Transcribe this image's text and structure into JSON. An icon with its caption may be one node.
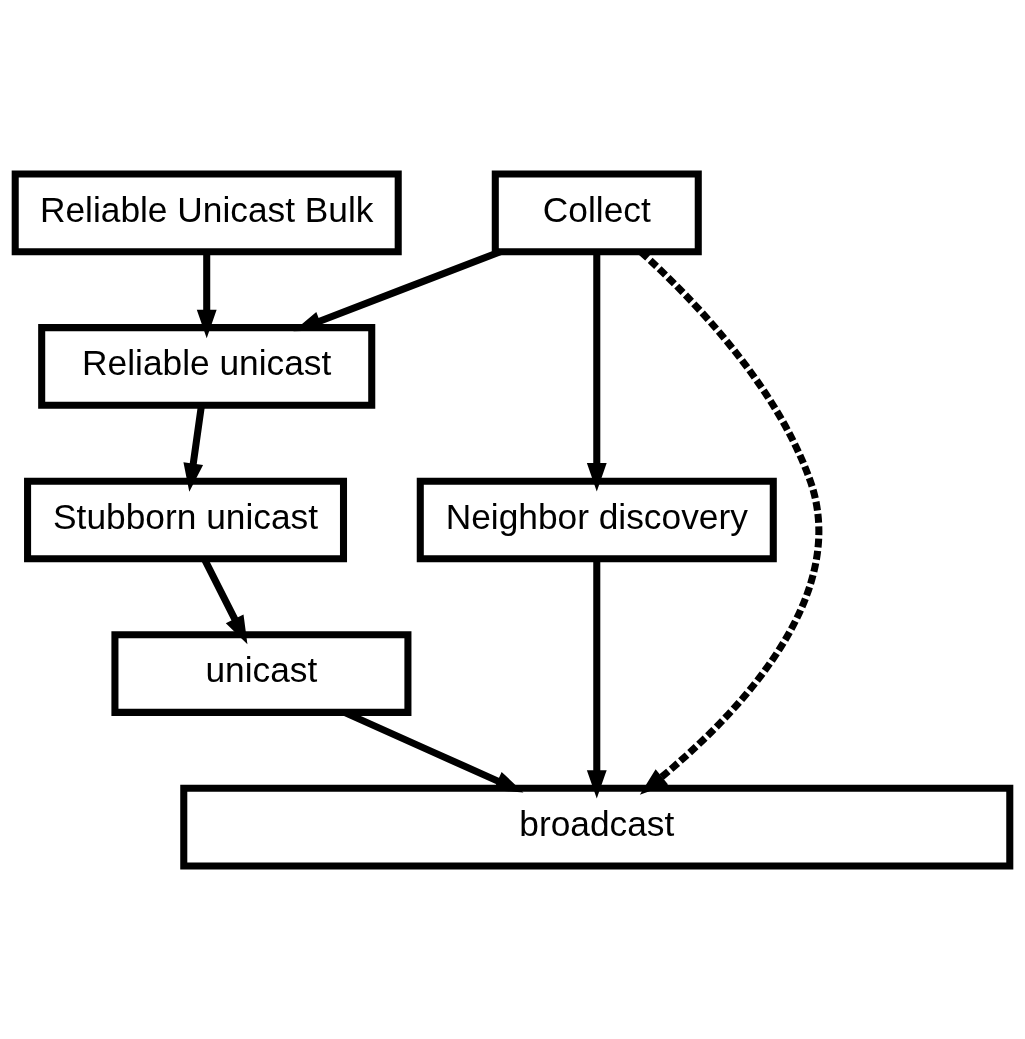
{
  "diagram": {
    "nodes": [
      {
        "text": [
          "Reliable Unicast Bulk"
        ]
      },
      {
        "text": [
          "Collect"
        ]
      },
      {
        "text": [
          "Reliable unicast"
        ]
      },
      {
        "text": [
          "Stubborn unicast"
        ]
      },
      {
        "text": [
          "Neighbor discovery"
        ]
      },
      {
        "text": [
          "unicast"
        ]
      },
      {
        "text": [
          "broadcast"
        ]
      }
    ],
    "edges": [
      {
        "from": 0,
        "to": 2,
        "arrow": "to"
      },
      {
        "from": 1,
        "to": 2,
        "arrow": "to"
      },
      {
        "from": 1,
        "to": 4,
        "arrow": "to"
      },
      {
        "from": 1,
        "to": 6,
        "arrow": "to",
        "style": "dashed"
      },
      {
        "from": 2,
        "to": 3,
        "arrow": "to"
      },
      {
        "from": 3,
        "to": 5,
        "arrow": "to"
      },
      {
        "from": 5,
        "to": 6,
        "arrow": "to"
      },
      {
        "from": 4,
        "to": 6,
        "arrow": "to"
      }
    ]
  }
}
